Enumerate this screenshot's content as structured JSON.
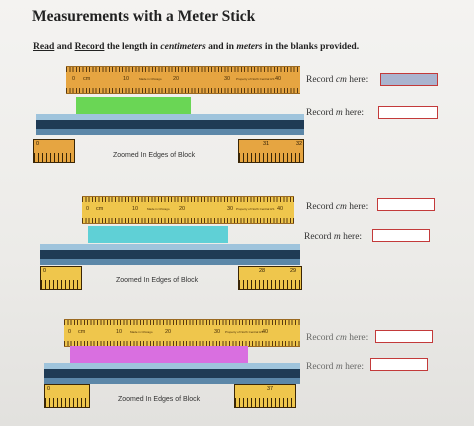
{
  "title": "Measurements with a Meter Stick",
  "instructions": {
    "read": "Read",
    "and1": " and ",
    "record": "Record",
    "rest1": " the length in ",
    "cm_word": "centimeters",
    "and2": " and in ",
    "m_word": "meters",
    "rest2": " in the blanks provided."
  },
  "ruler_numbers": [
    "0",
    "cm",
    "10",
    "20",
    "30",
    "40"
  ],
  "ruler_brands": [
    "Made in Chicago",
    "Property of North Central HS"
  ],
  "zoom_label": "Zoomed In Edges of Block",
  "record_cm_label": "Record cm here:",
  "record_m_label": "Record m here:",
  "panels": [
    {
      "zoom_left_start": "0",
      "zoom_right_a": "31",
      "zoom_right_b": "32",
      "block_color": "#6ad655"
    },
    {
      "zoom_left_start": "0",
      "zoom_right_a": "28",
      "zoom_right_b": "29",
      "block_color": "#5fd0d6"
    },
    {
      "zoom_left_start": "0",
      "zoom_right_a": "37",
      "zoom_right_b": "",
      "block_color": "#d96fe0"
    }
  ]
}
